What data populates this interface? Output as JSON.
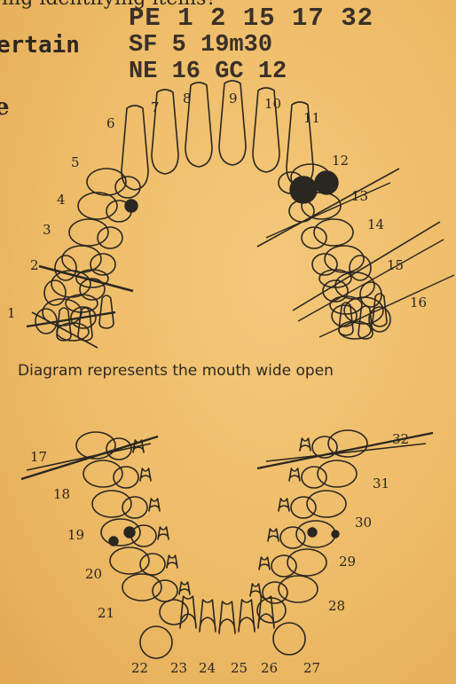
{
  "header": {
    "question_fragment": "ing identifying items?",
    "left_fragment": "ertain",
    "left_mark": "e"
  },
  "codes": {
    "line1": "PE 1 2 15 17 32",
    "line2": "SF 5 19m30",
    "line3": "NE 16   GC 12"
  },
  "caption": "Diagram represents the mouth wide open",
  "upper_teeth": [
    "1",
    "2",
    "3",
    "4",
    "5",
    "6",
    "7",
    "8",
    "9",
    "10",
    "11",
    "12",
    "13",
    "14",
    "15",
    "16"
  ],
  "lower_teeth": [
    "17",
    "18",
    "19",
    "20",
    "21",
    "22",
    "23",
    "24",
    "25",
    "26",
    "27",
    "28",
    "29",
    "30",
    "31",
    "32"
  ],
  "marked_teeth": [
    "1",
    "2",
    "12",
    "13",
    "14",
    "15",
    "16",
    "17",
    "32"
  ],
  "ink_color": "#2a2620"
}
